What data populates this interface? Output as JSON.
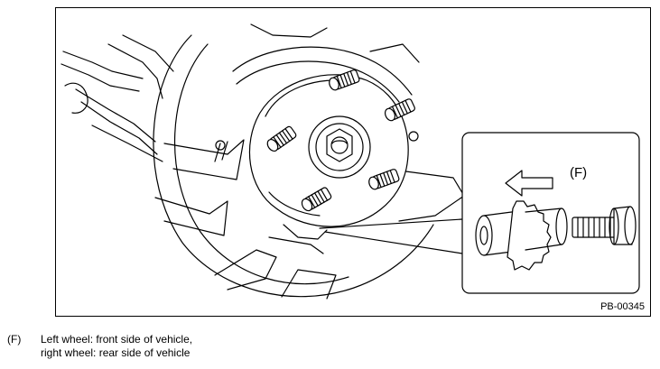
{
  "figure": {
    "code": "PB-00345",
    "inset_label": "(F)"
  },
  "legend": {
    "key": "(F)",
    "line1": "Left wheel: front side of vehicle,",
    "line2": "right wheel: rear side of vehicle"
  }
}
